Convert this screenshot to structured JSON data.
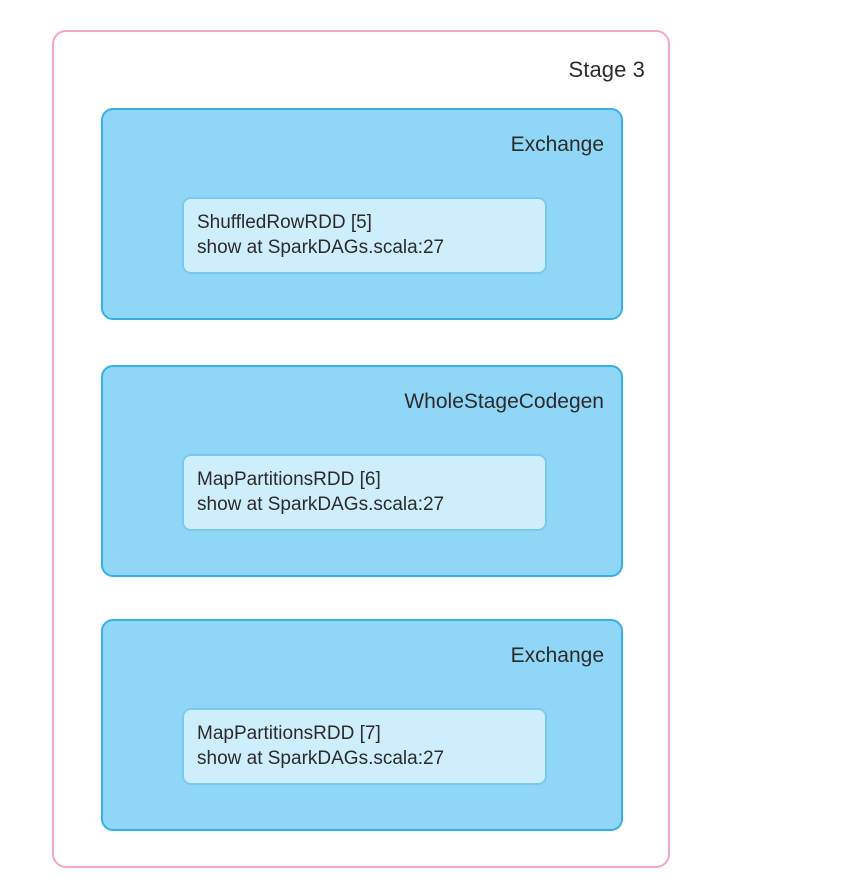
{
  "diagram": {
    "type": "spark-dag-visualization",
    "stage": {
      "label": "Stage 3",
      "border_color": "#f3a9b9"
    },
    "colors": {
      "group_fill": "#90d7f7",
      "group_border": "#35b0e3",
      "node_fill": "#cfeefc",
      "node_border": "#7ac9ef",
      "edge": "#3c4652",
      "text": "#2b2b2b",
      "background": "#ffffff"
    },
    "groups": [
      {
        "label": "Exchange",
        "node": {
          "line1": "ShuffledRowRDD [5]",
          "line2": "show at SparkDAGs.scala:27"
        }
      },
      {
        "label": "WholeStageCodegen",
        "node": {
          "line1": "MapPartitionsRDD [6]",
          "line2": "show at SparkDAGs.scala:27"
        }
      },
      {
        "label": "Exchange",
        "node": {
          "line1": "MapPartitionsRDD [7]",
          "line2": "show at SparkDAGs.scala:27"
        }
      }
    ],
    "edges": [
      {
        "from": "ShuffledRowRDD [5]",
        "to": "MapPartitionsRDD [6]"
      },
      {
        "from": "MapPartitionsRDD [6]",
        "to": "MapPartitionsRDD [7]"
      }
    ]
  }
}
